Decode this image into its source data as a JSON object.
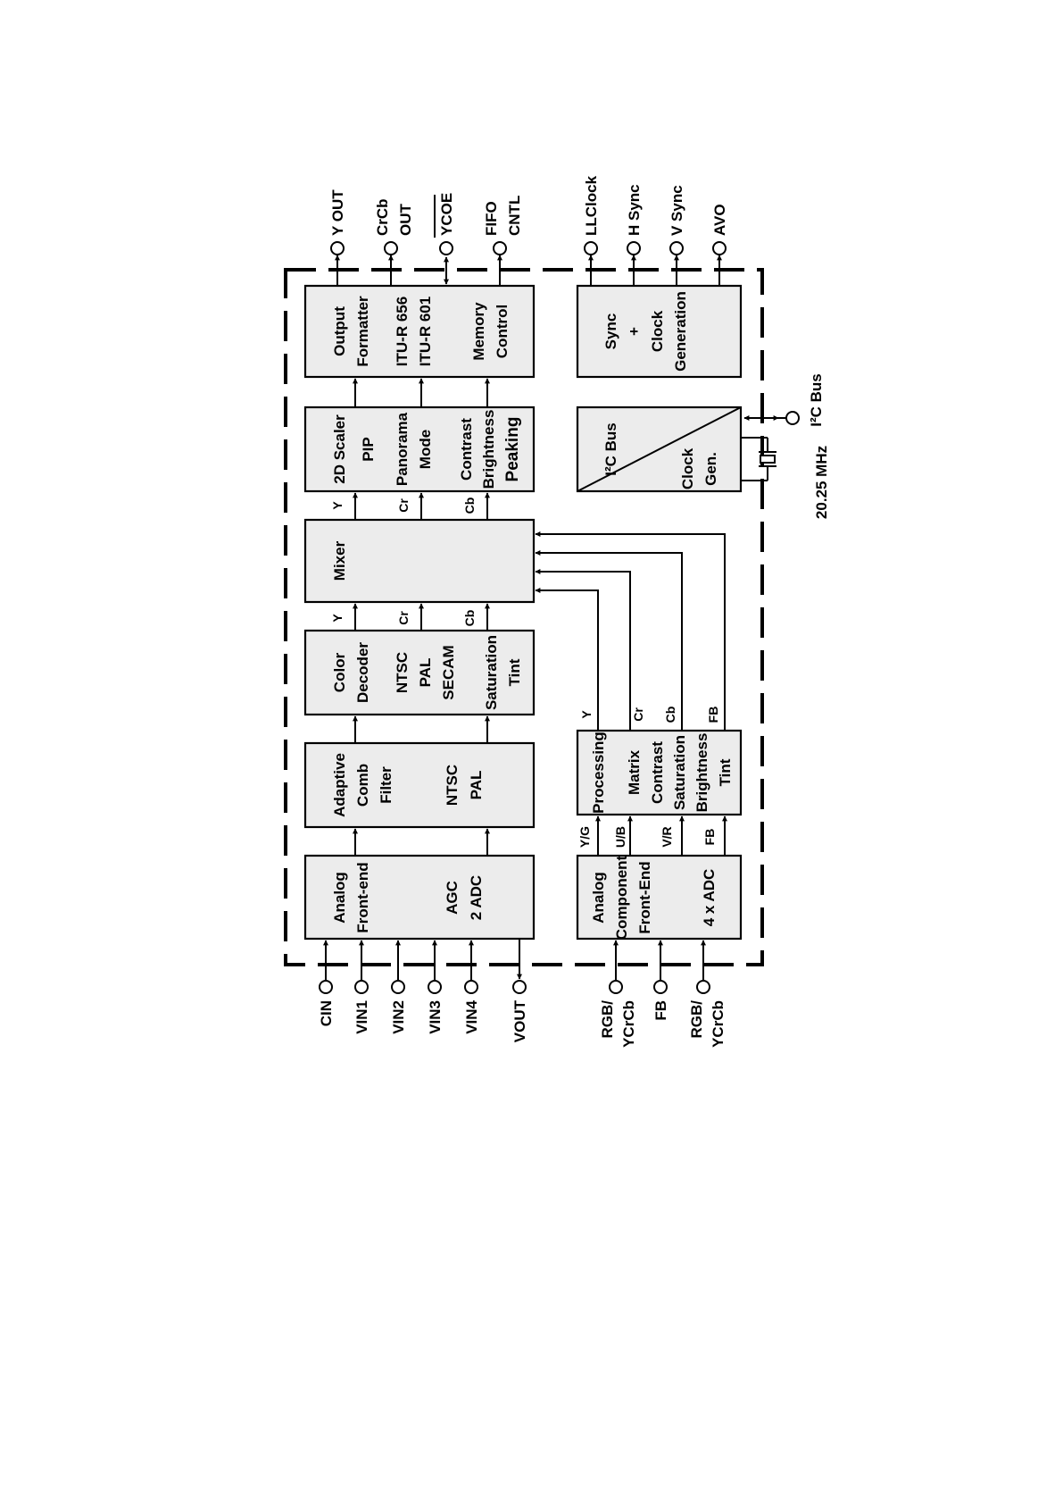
{
  "blocks": {
    "analog_fe": [
      "Analog",
      "Front-end",
      "AGC",
      "2  ADC"
    ],
    "comb": [
      "Adaptive",
      "Comb",
      "Filter",
      "NTSC",
      "PAL"
    ],
    "color_dec": [
      "Color",
      "Decoder",
      "NTSC",
      "PAL",
      "SECAM",
      "Saturation",
      "Tint"
    ],
    "mixer": [
      "Mixer"
    ],
    "scaler": [
      "2D Scaler",
      "PIP",
      "Panorama",
      "Mode",
      "Contrast",
      "Brightness",
      "Peaking"
    ],
    "out_fmt": [
      "Output",
      "Formatter",
      "ITU-R 656",
      "ITU-R 601",
      "Memory",
      "Control"
    ],
    "comp_fe": [
      "Analog",
      "Component",
      "Front-End",
      "4 x ADC"
    ],
    "processing": [
      "Processing",
      "Matrix",
      "Contrast",
      "Saturation",
      "Brightness",
      "Tint"
    ],
    "i2c": [
      "I²C Bus",
      "Clock",
      "Gen."
    ],
    "sync": [
      "Sync",
      "+",
      "Clock",
      "Generation"
    ]
  },
  "pins": {
    "inputs": [
      "CIN",
      "VIN1",
      "VIN2",
      "VIN3",
      "VIN4",
      "VOUT"
    ],
    "comp_inputs": [
      "RGB/",
      "YCrCb",
      "FB",
      "RGB/",
      "YCrCb"
    ],
    "outputs": [
      "Y OUT",
      "CrCb",
      "OUT",
      "YCOE",
      "FIFO",
      "CNTL"
    ],
    "sync_outputs": [
      "LLClock",
      "H Sync",
      "V Sync",
      "AVO"
    ],
    "i2c_bus": "I²C Bus",
    "crystal": "20.25 MHz"
  },
  "signals": {
    "ycrcb": [
      "Y",
      "Cr",
      "Cb"
    ],
    "comp": [
      "Y/G",
      "U/B",
      "V/R",
      "FB"
    ],
    "proc_out": [
      "Y",
      "Cr",
      "Cb",
      "FB"
    ]
  }
}
